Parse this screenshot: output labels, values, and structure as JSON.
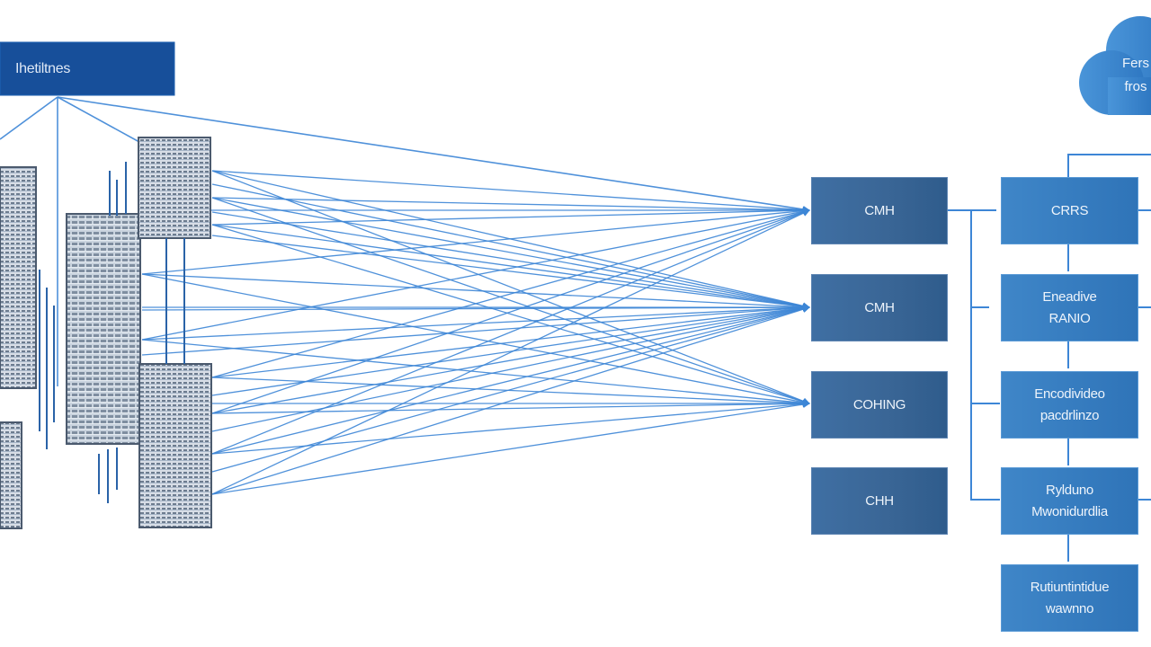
{
  "header_label": "Ihetiltnes",
  "cloud": {
    "line1": "Fers",
    "line2": "fros"
  },
  "middle_nodes": [
    {
      "label": "CMH"
    },
    {
      "label": "CMH"
    },
    {
      "label": "COHING"
    },
    {
      "label": "CHH"
    }
  ],
  "right_nodes": [
    {
      "lines": [
        "CRRS"
      ]
    },
    {
      "lines": [
        "Eneadive",
        "RANIO"
      ]
    },
    {
      "lines": [
        "Encodivideo",
        "pacdrlinzo"
      ]
    },
    {
      "lines": [
        "Rylduno",
        "Mwonidurdlia"
      ]
    },
    {
      "lines": [
        "Rutiuntintidue",
        "wawnno"
      ]
    }
  ],
  "colors": {
    "wire": "#3d86d6",
    "wire_dark": "#1f5fae",
    "middle_box": "#3a6696",
    "right_box": "#3079bd",
    "header_box": "#174f9a",
    "cloud": "#3b86cf"
  }
}
